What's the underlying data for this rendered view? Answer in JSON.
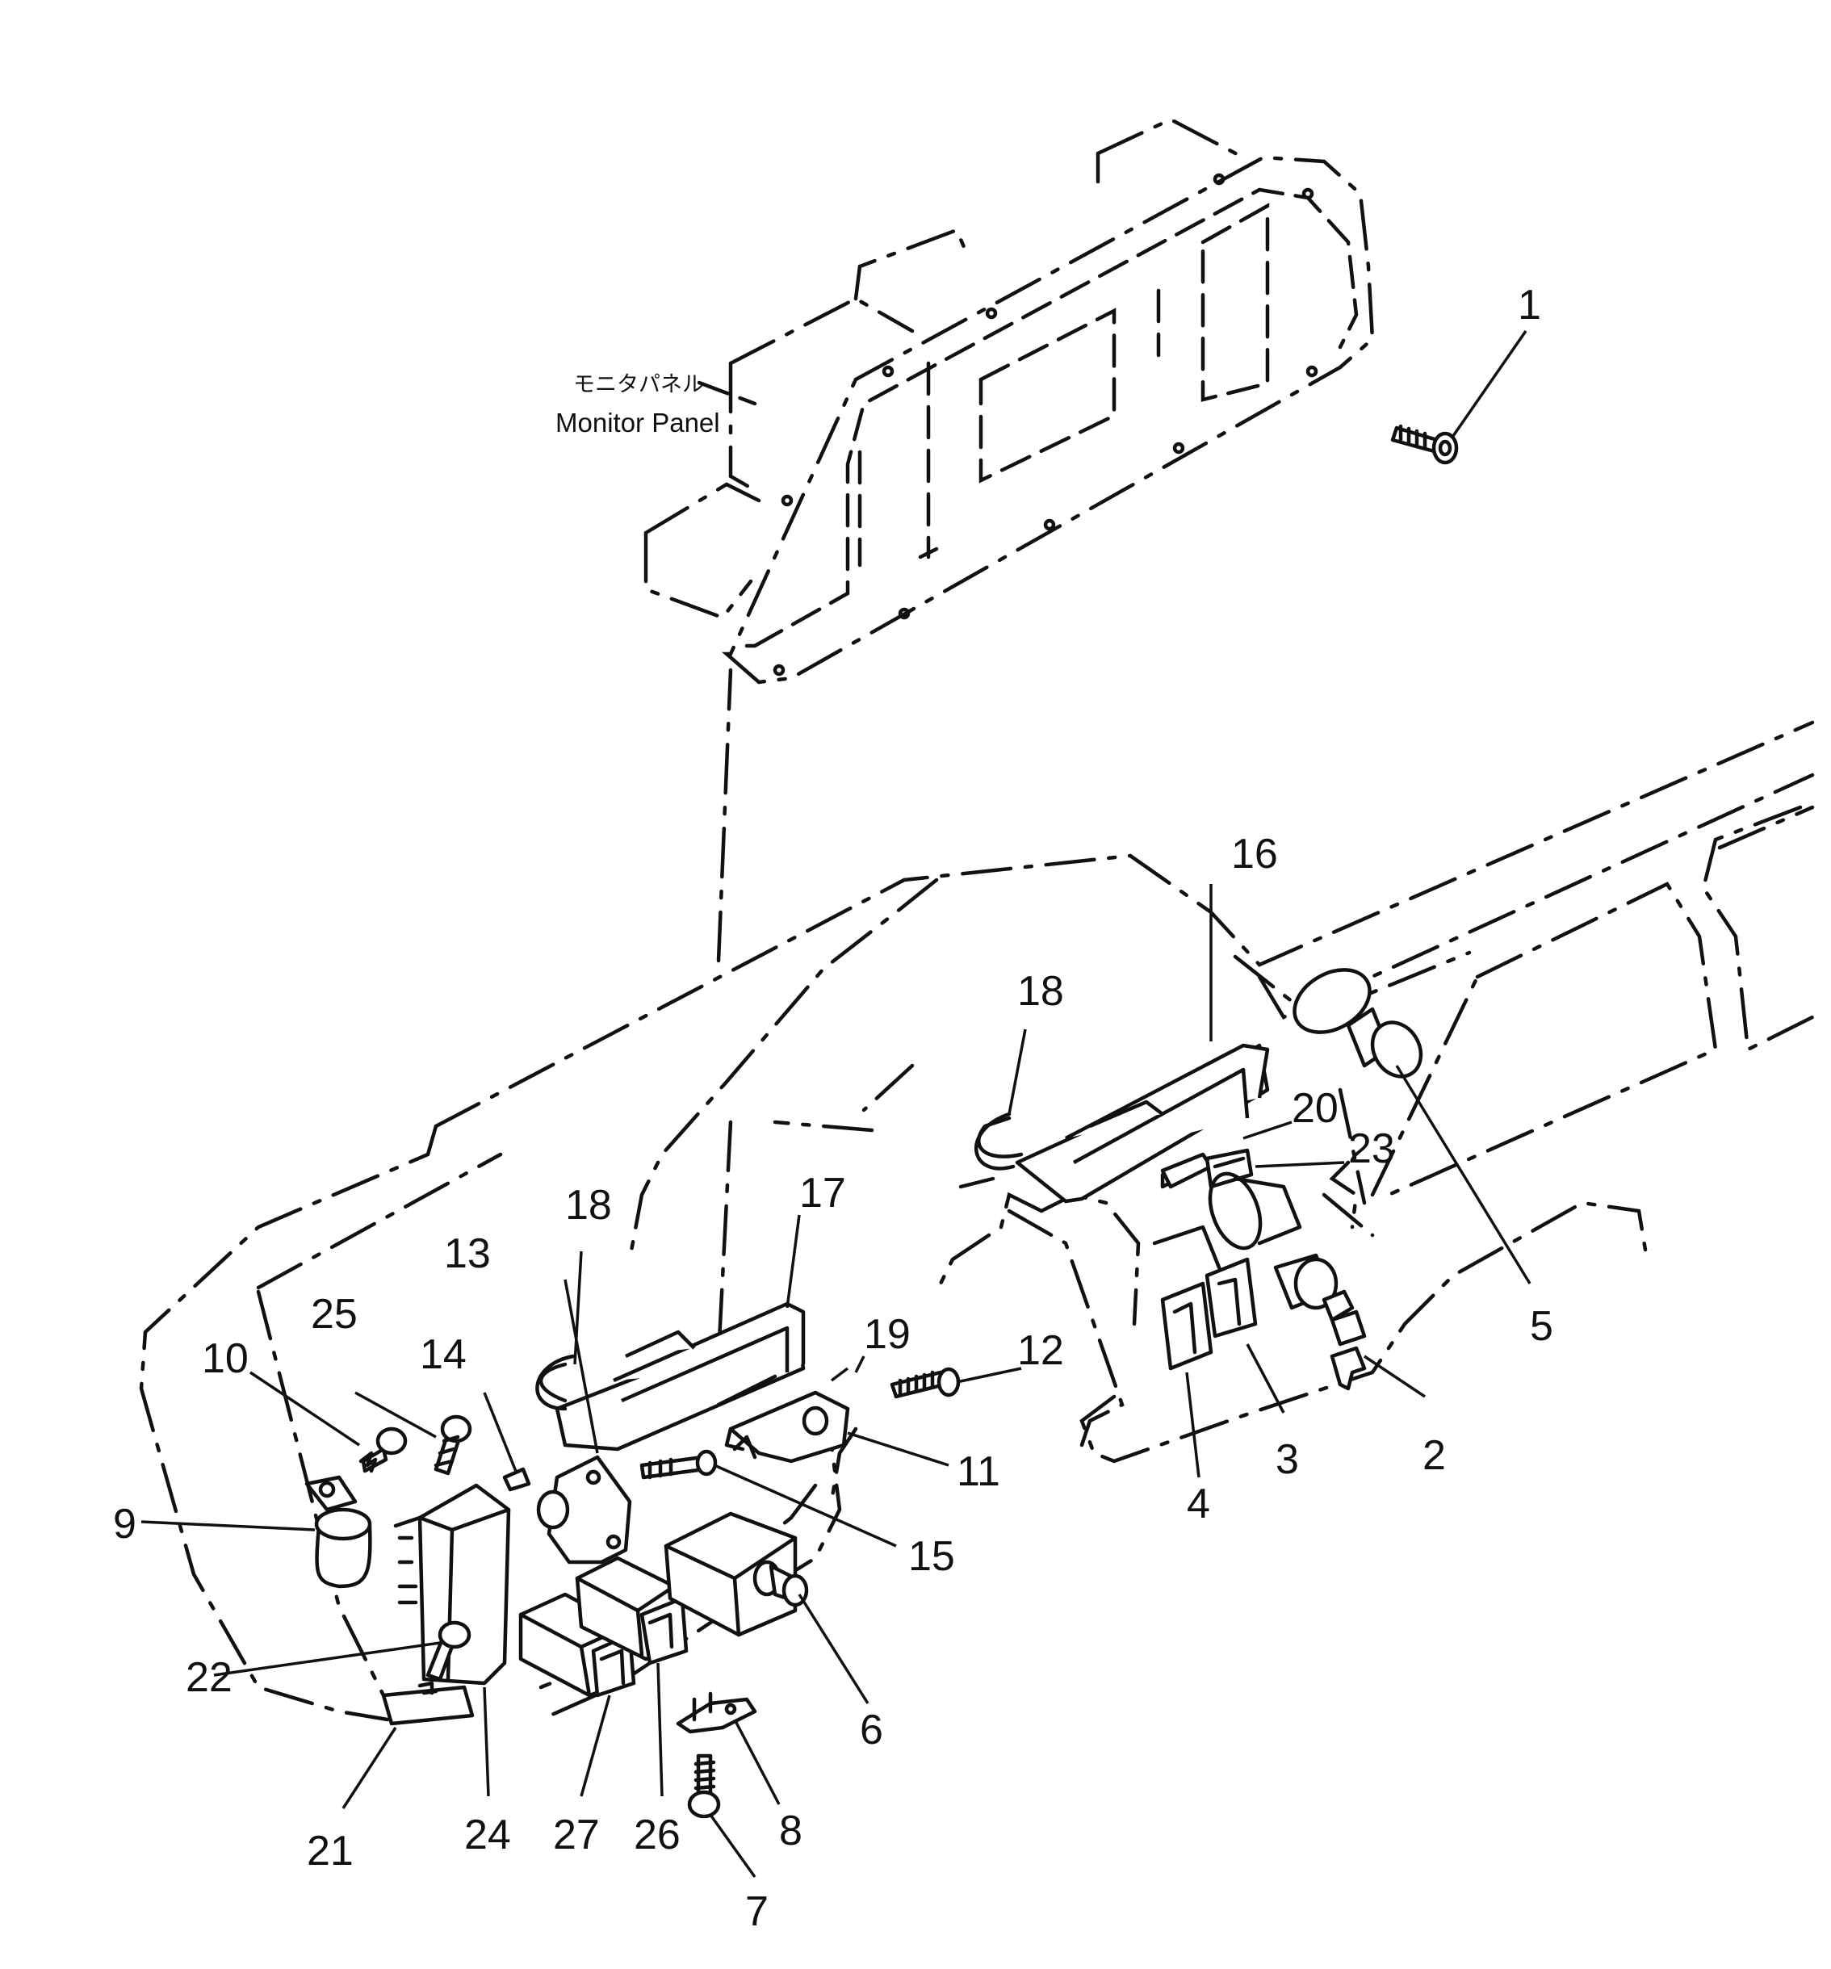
{
  "monitor_panel": {
    "label_jp": "モニタパネル",
    "label_en": "Monitor Panel"
  },
  "callouts": [
    "1",
    "2",
    "3",
    "4",
    "5",
    "6",
    "7",
    "8",
    "9",
    "10",
    "11",
    "12",
    "13",
    "14",
    "15",
    "16",
    "17",
    "18",
    "18",
    "19",
    "20",
    "21",
    "22",
    "23",
    "24",
    "25",
    "26",
    "27"
  ]
}
